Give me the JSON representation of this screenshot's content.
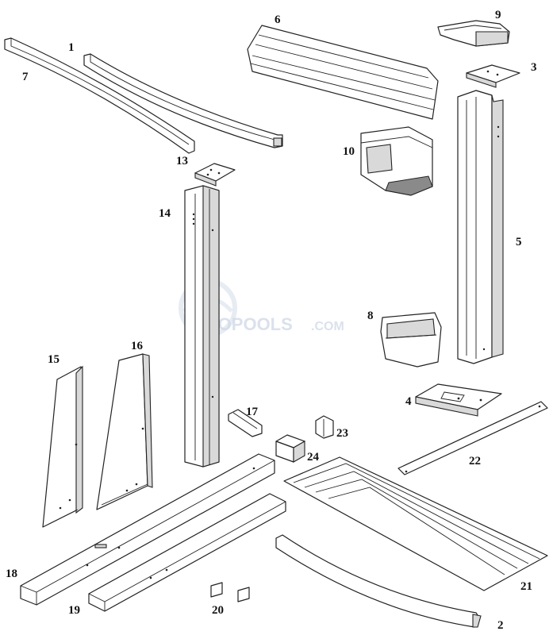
{
  "watermark": {
    "brand": "INYOPOOLS",
    "suffix": ".COM",
    "colors": {
      "brand": "#cfd8e6"
    }
  },
  "callouts": [
    {
      "id": "c1",
      "label": "1"
    },
    {
      "id": "c2",
      "label": "2"
    },
    {
      "id": "c3",
      "label": "3"
    },
    {
      "id": "c4",
      "label": "4"
    },
    {
      "id": "c5",
      "label": "5"
    },
    {
      "id": "c6",
      "label": "6"
    },
    {
      "id": "c7",
      "label": "7"
    },
    {
      "id": "c8",
      "label": "8"
    },
    {
      "id": "c9",
      "label": "9"
    },
    {
      "id": "c10",
      "label": "10"
    },
    {
      "id": "c13",
      "label": "13"
    },
    {
      "id": "c14",
      "label": "14"
    },
    {
      "id": "c15",
      "label": "15"
    },
    {
      "id": "c16",
      "label": "16"
    },
    {
      "id": "c17",
      "label": "17"
    },
    {
      "id": "c18",
      "label": "18"
    },
    {
      "id": "c19",
      "label": "19"
    },
    {
      "id": "c20",
      "label": "20"
    },
    {
      "id": "c21",
      "label": "21"
    },
    {
      "id": "c22",
      "label": "22"
    },
    {
      "id": "c23",
      "label": "23"
    },
    {
      "id": "c24",
      "label": "24"
    }
  ]
}
